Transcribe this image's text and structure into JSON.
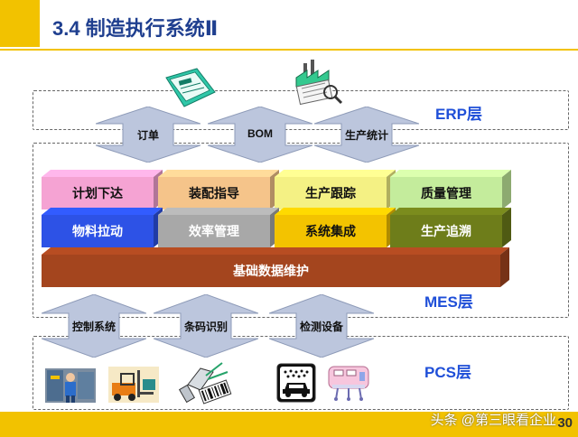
{
  "title": "3.4 制造执行系统Ⅱ",
  "layers": {
    "erp": "ERP层",
    "mes": "MES层",
    "pcs": "PCS层"
  },
  "erp_arrows": [
    {
      "label": "订单"
    },
    {
      "label": "BOM"
    },
    {
      "label": "生产统计"
    }
  ],
  "pcs_arrows": [
    {
      "label": "控制系统"
    },
    {
      "label": "条码识别"
    },
    {
      "label": "检测设备"
    }
  ],
  "module_rows": [
    [
      {
        "label": "计划下达",
        "color": "#f5a3d3",
        "text_color": "#111111"
      },
      {
        "label": "装配指导",
        "color": "#f5c48a",
        "text_color": "#111111"
      },
      {
        "label": "生产跟踪",
        "color": "#f4f184",
        "text_color": "#111111"
      },
      {
        "label": "质量管理",
        "color": "#c4ec9c",
        "text_color": "#111111"
      }
    ],
    [
      {
        "label": "物料拉动",
        "color": "#2d52e6",
        "text_color": "#ffffff"
      },
      {
        "label": "效率管理",
        "color": "#a8a8a8",
        "text_color": "#ffffff"
      },
      {
        "label": "系统集成",
        "color": "#f3c300",
        "text_color": "#111111"
      },
      {
        "label": "生产追溯",
        "color": "#6e7d1a",
        "text_color": "#ffffff"
      }
    ]
  ],
  "base_module": {
    "label": "基础数据维护",
    "color": "#a4451e",
    "text_color": "#ffffff"
  },
  "page_number": "30",
  "watermark": "头条 @第三眼看企业",
  "icons": [
    "order-document-icon",
    "factory-report-icon",
    "worker-control-icon",
    "forklift-icon",
    "barcode-scanner-icon",
    "car-wash-inspection-icon",
    "automation-line-icon"
  ]
}
